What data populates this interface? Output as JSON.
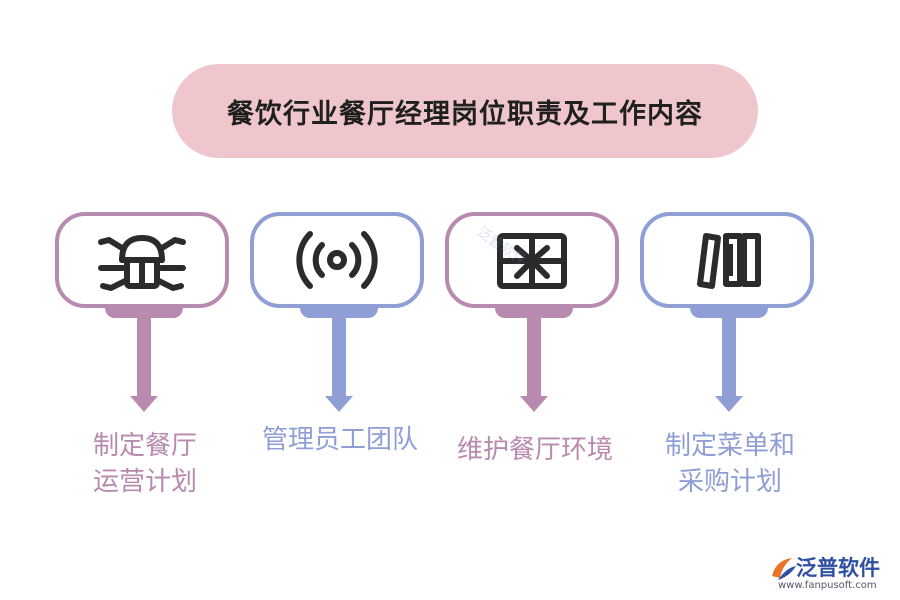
{
  "title": "餐饮行业餐厅经理岗位职责及工作内容",
  "colors": {
    "mauve": "#b98aaf",
    "periwinkle": "#8f9fd6",
    "title_bg": "#eec6cb",
    "icon": "#2b2b2b"
  },
  "steps": [
    {
      "icon": "bug-icon",
      "color": "#b98aaf",
      "label_line1": "制定餐厅",
      "label_line2": "运营计划"
    },
    {
      "icon": "signal-icon",
      "color": "#8f9fd6",
      "label_line1": "管理员工团队",
      "label_line2": ""
    },
    {
      "icon": "gift-icon",
      "color": "#b98aaf",
      "label_line1": "维护餐厅环境",
      "label_line2": ""
    },
    {
      "icon": "books-icon",
      "color": "#8f9fd6",
      "label_line1": "制定菜单和",
      "label_line2": "采购计划"
    }
  ],
  "watermark": "泛普软件",
  "logo": {
    "name": "泛普软件",
    "url": "www.fanpusoft.com"
  }
}
